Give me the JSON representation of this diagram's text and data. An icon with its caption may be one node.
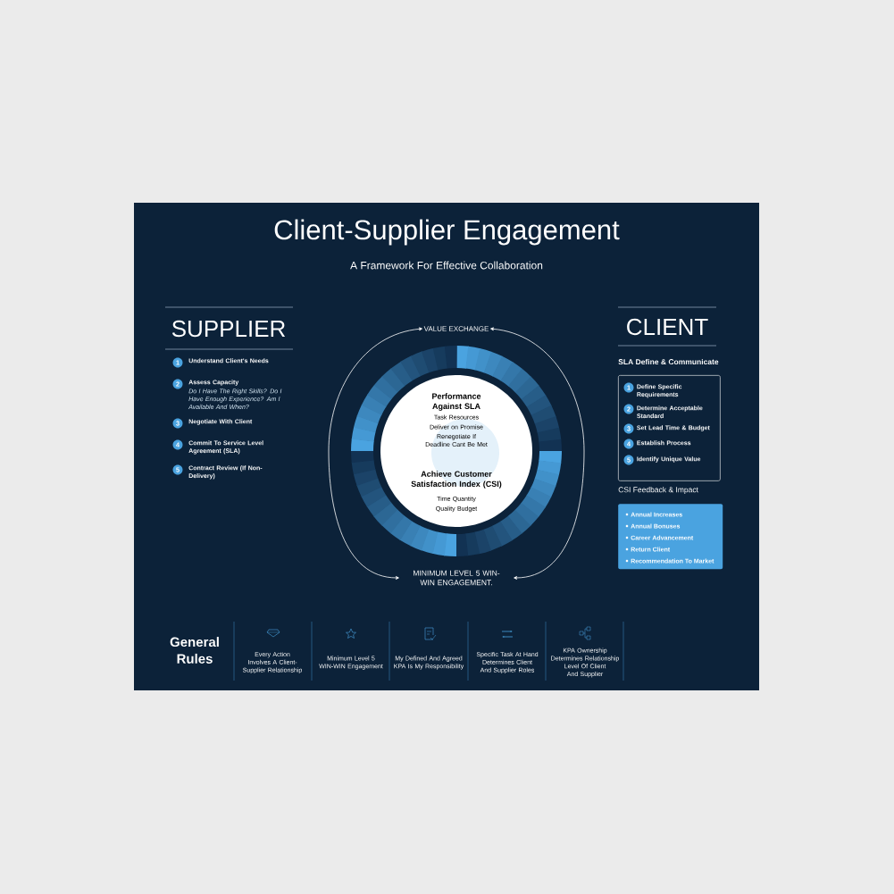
{
  "diagram": {
    "title": "Client-Supplier Engagement",
    "nodes": [
      {
        "text": [
          "Performance Against SLA",
          "Task Resources",
          "Deliver on Promise",
          "Renegotiate If Deadline Cant Be Met",
          "Achieve Customer Satisfaction Index (CSI)",
          "Time Quantity",
          "Quality Budget"
        ]
      },
      {
        "text": [
          "VALUE EXCHANGE"
        ]
      },
      {
        "text": [
          "MINIMUM LEVEL 5 WIN-WIN ENGAGEMENT."
        ]
      },
      {
        "text": [
          "1"
        ],
        "beside": [
          "Understand Client's Needs"
        ]
      },
      {
        "text": [
          "2"
        ],
        "beside": [
          "Assess Capacity",
          "Do I Have The Right Skills? Do I Have Enough Experience? Am I Available And When?"
        ]
      },
      {
        "text": [
          "3"
        ],
        "beside": [
          "Negotiate With Client"
        ]
      },
      {
        "text": [
          "4"
        ],
        "beside": [
          "Commit To Service Level Agreement (SLA)"
        ]
      },
      {
        "text": [
          "5"
        ],
        "beside": [
          "Contract Review (If Non-Delivery)"
        ]
      },
      {
        "text": [
          "SLA Define & Communicate"
        ]
      },
      {
        "text": [
          "1"
        ],
        "in": 8,
        "beside": [
          "Define Specific Requirements"
        ]
      },
      {
        "text": [
          "2"
        ],
        "in": 8,
        "beside": [
          "Determine Acceptable Standard"
        ]
      },
      {
        "text": [
          "3"
        ],
        "in": 8,
        "beside": [
          "Set Lead Time & Budget"
        ]
      },
      {
        "text": [
          "4"
        ],
        "in": 8,
        "beside": [
          "Establish Process"
        ]
      },
      {
        "text": [
          "5"
        ],
        "in": 8,
        "beside": [
          "Identify Unique Value"
        ]
      },
      {
        "text": [
          "CSI Feedback & Impact",
          "Annual Increases",
          "Annual Bonuses",
          "Career Advancement",
          "Return Client",
          "Recommendation To Market"
        ]
      }
    ],
    "edges": [
      {
        "from": 1,
        "to": 2,
        "arrow": "both"
      },
      {
        "from": 1,
        "to": 2,
        "arrow": "both"
      }
    ],
    "labels": [
      "A Framework For Effective Collaboration",
      "SUPPLIER",
      "CLIENT",
      "General Rules",
      "Every Action Involves A Client-Supplier Relationship",
      "Minimum Level 5 WIN-WIN Engagement",
      "My Defined And Agreed KPA Is My Responsibility",
      "Specific Task At Hand Determines Client And Supplier Roles",
      "KPA Ownership Determines Relationship Level Of Client And Supplier"
    ]
  }
}
